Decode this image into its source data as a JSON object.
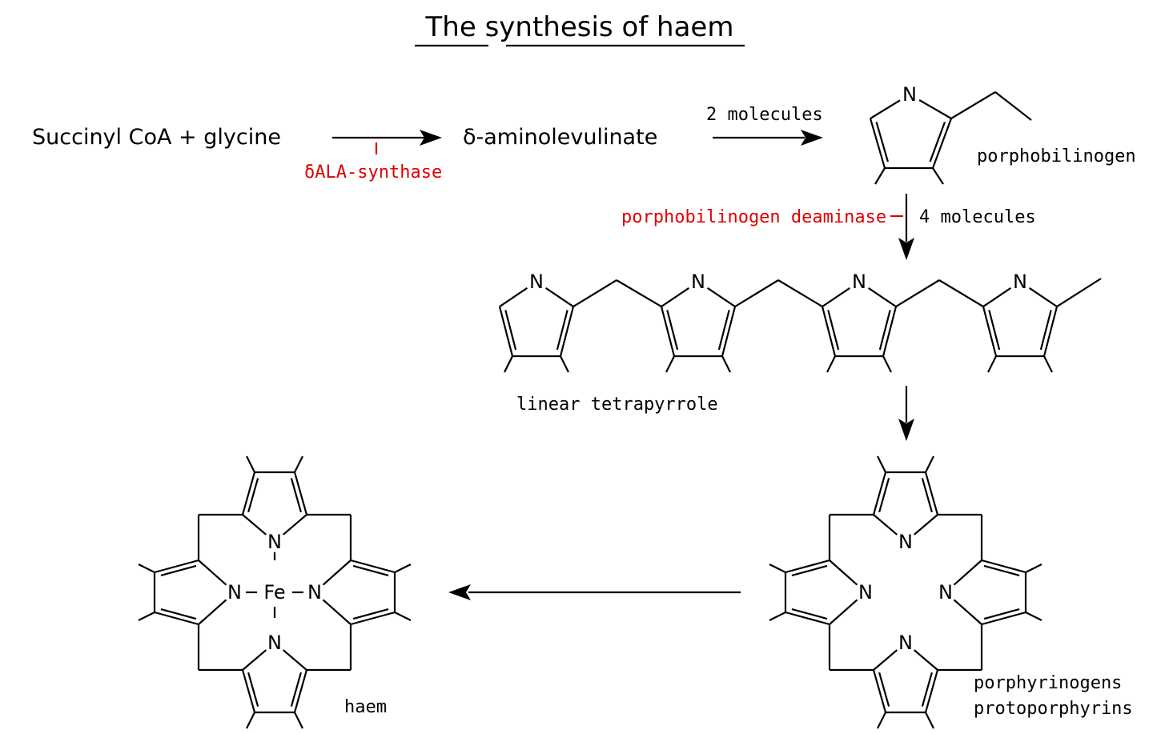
{
  "title": "The synthesis of haem",
  "substrates": "Succinyl CoA + glycine",
  "enzyme_ala": "δALA-synthase",
  "intermediate_ala": "δ-aminolevulinate",
  "two_molecules": "2 molecules",
  "porphobilinogen": "porphobilinogen",
  "enzyme_pbg": "porphobilinogen deaminase",
  "four_molecules": "4 molecules",
  "linear_tetrapyrrole": "linear tetrapyrrole",
  "porphyrinogens": "porphyrinogens",
  "protoporphyrins": "protoporphyrins",
  "haem": "haem",
  "atom_n": "N",
  "atom_fe": "Fe",
  "colors": {
    "enzyme": "#e00000",
    "ink": "#000000"
  }
}
